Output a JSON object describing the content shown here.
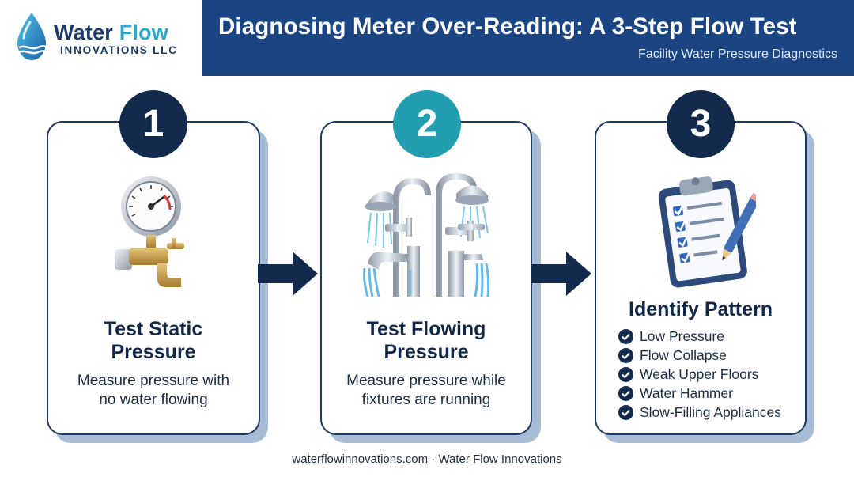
{
  "header": {
    "brand_name_part1": "Water",
    "brand_name_part2": "Flow",
    "brand_subtitle": "INNOVATIONS LLC",
    "title": "Diagnosing Meter Over-Reading: A 3-Step Flow Test",
    "subtitle": "Facility Water Pressure Diagnostics"
  },
  "steps": [
    {
      "number": "1",
      "title_line1": "Test Static",
      "title_line2": "Pressure",
      "desc_line1": "Measure pressure with",
      "desc_line2": "no water flowing",
      "icon": "pressure-gauge-icon"
    },
    {
      "number": "2",
      "title_line1": "Test Flowing",
      "title_line2": "Pressure",
      "desc_line1": "Measure pressure while",
      "desc_line2": "fixtures are running",
      "icon": "running-fixtures-icon"
    },
    {
      "number": "3",
      "title": "Identify Pattern",
      "icon": "clipboard-checklist-icon",
      "patterns": [
        "Low Pressure",
        "Flow Collapse",
        "Weak Upper Floors",
        "Water Hammer",
        "Slow-Filling Appliances"
      ]
    }
  ],
  "footer": "waterflowinnovations.com · Water Flow Innovations",
  "colors": {
    "navy": "#1a4582",
    "dark_navy": "#142a4d",
    "teal": "#239eb0",
    "card_shadow": "#a9bcd6"
  }
}
